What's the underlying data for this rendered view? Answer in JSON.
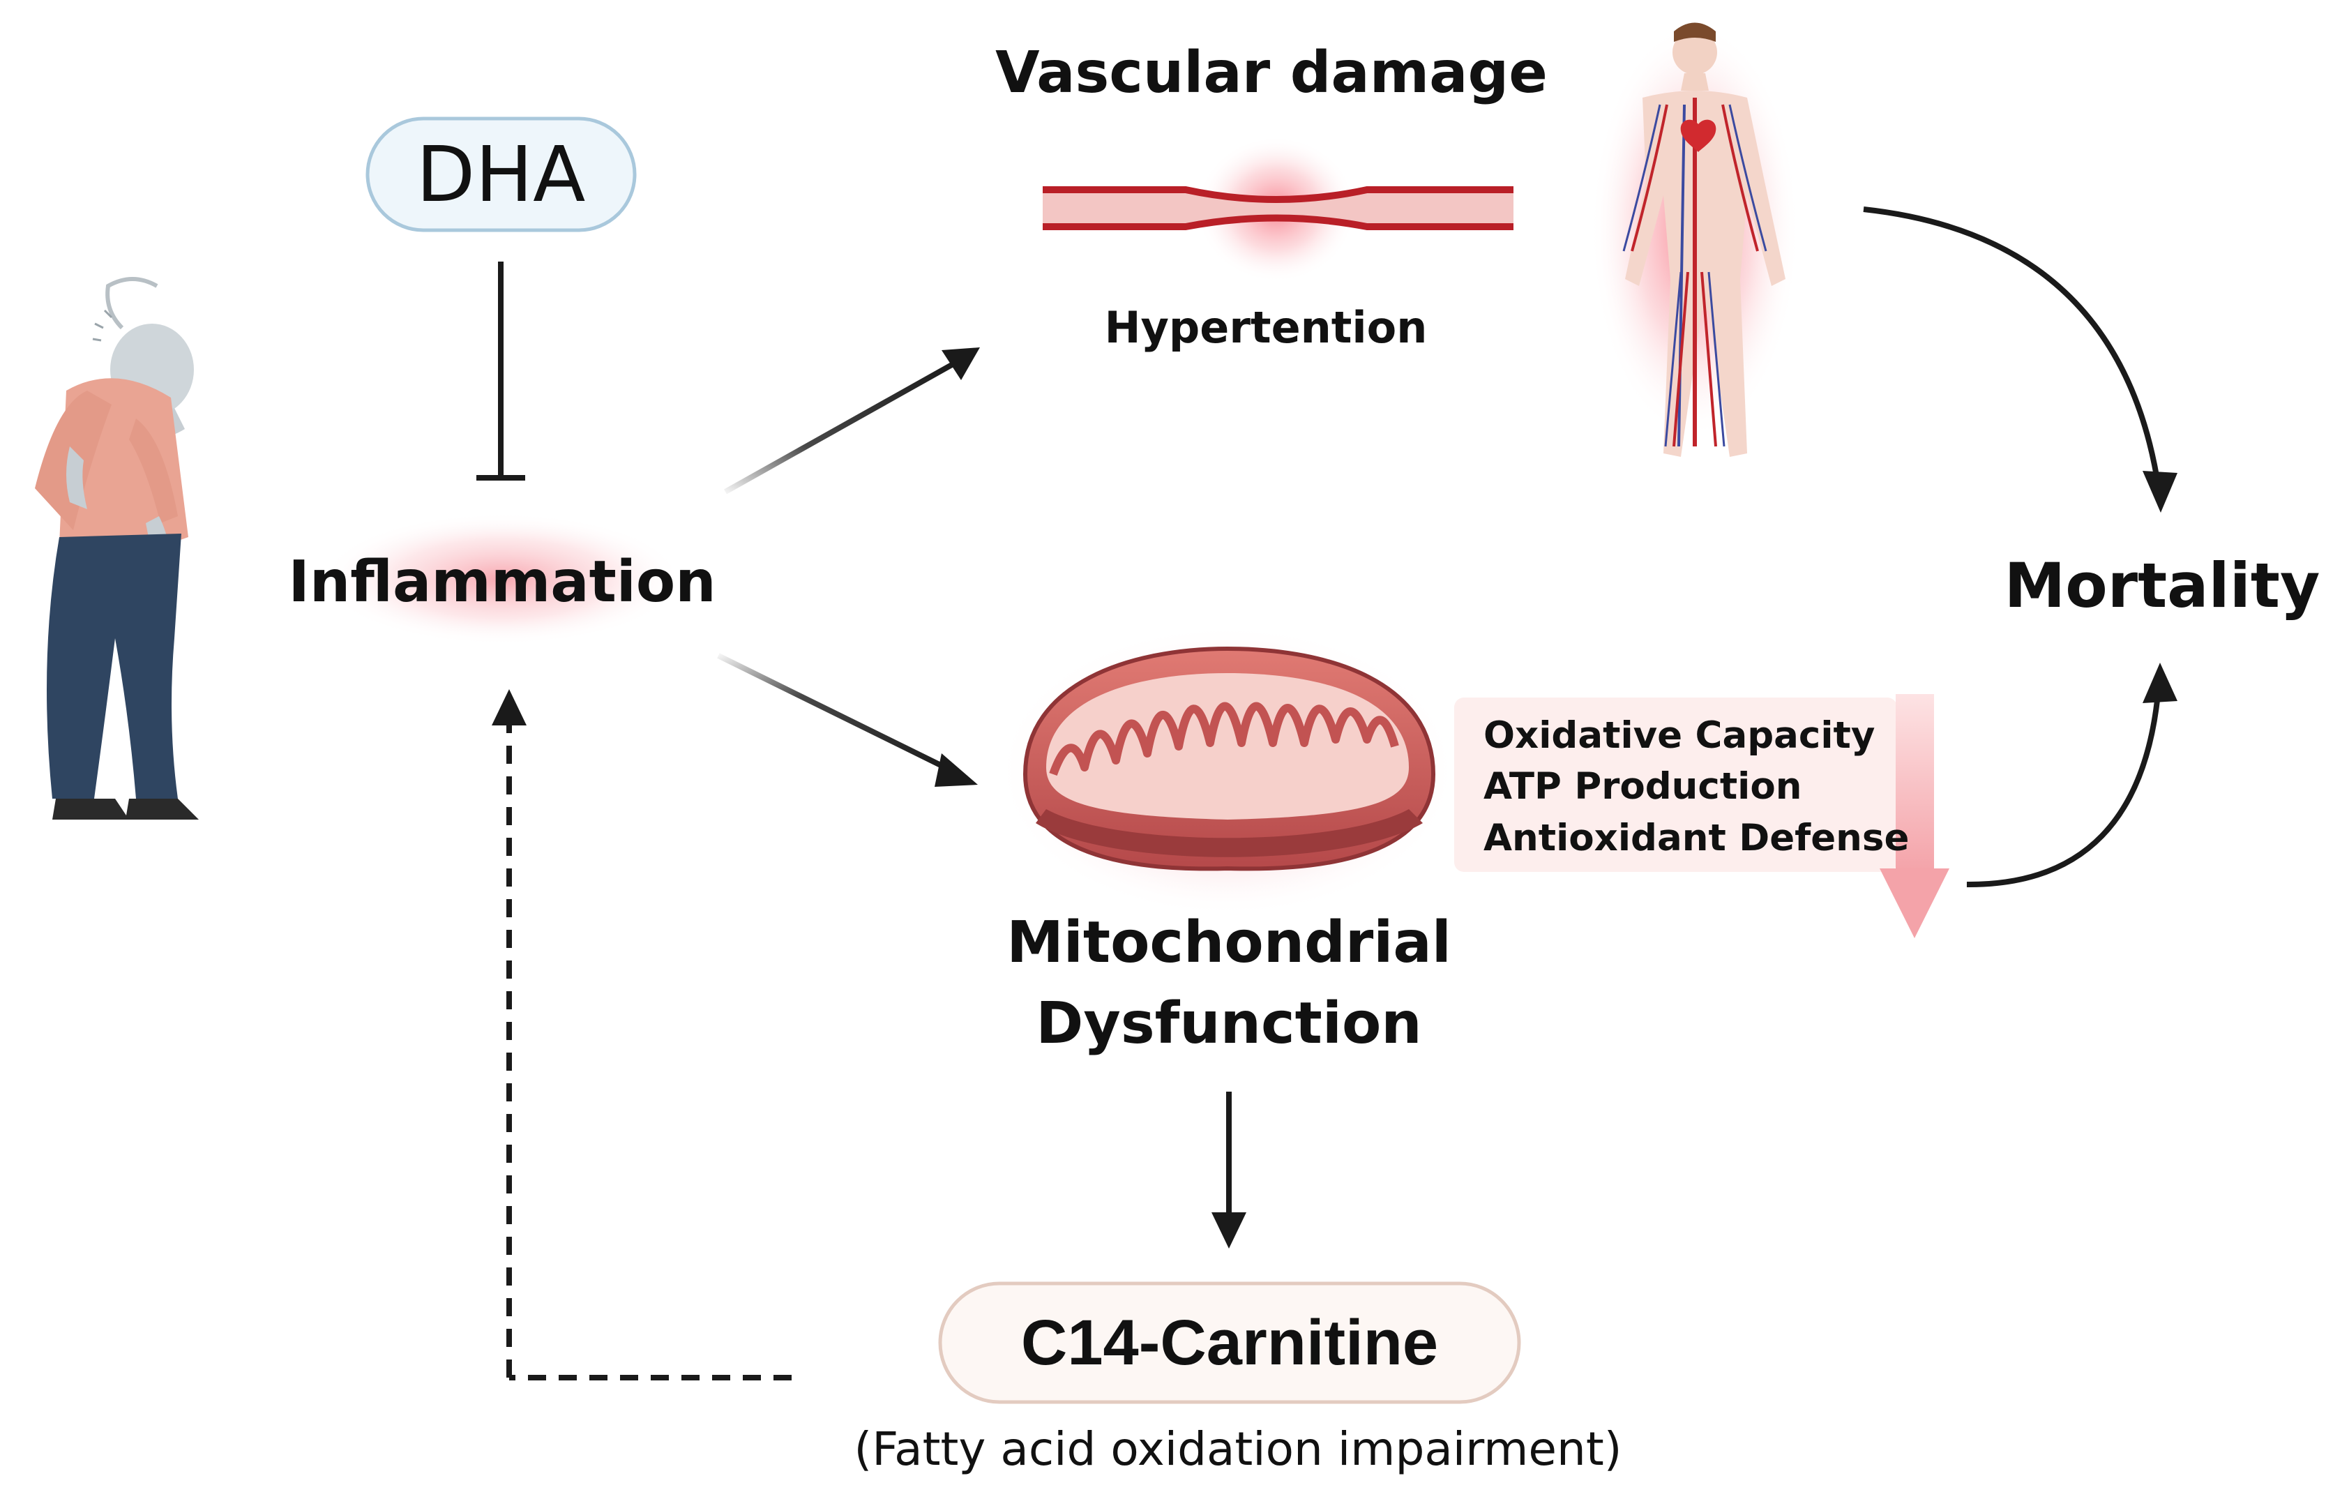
{
  "nodes": {
    "dha": "DHA",
    "inflammation": "Inflammation",
    "vascular_title": "Vascular damage",
    "hypertension": "Hypertention",
    "mitochondrial_line1": "Mitochondrial",
    "mitochondrial_line2": "Dysfunction",
    "mortality": "Mortality",
    "c14": "C14-Carnitine",
    "c14_note": "(Fatty acid oxidation impairment)"
  },
  "decrease_box": {
    "items": [
      "Oxidative Capacity",
      "ATP Production",
      "Antioxidant Defense"
    ]
  },
  "colors": {
    "arrow": "#1a1a1a",
    "dha_fill": "#eef6fb",
    "dha_border": "#a9c8dc",
    "c14_fill": "#fdf7f4",
    "c14_border": "#e3cbc0",
    "glow": "#f25a6a",
    "vessel": "#c0242b",
    "mito_outer": "#b8474a",
    "down_arrow": "#f4a9ae"
  },
  "icons": [
    "elderly-person-icon",
    "blood-vessel-icon",
    "human-circulatory-icon",
    "mitochondrion-icon",
    "decrease-arrow-icon"
  ]
}
